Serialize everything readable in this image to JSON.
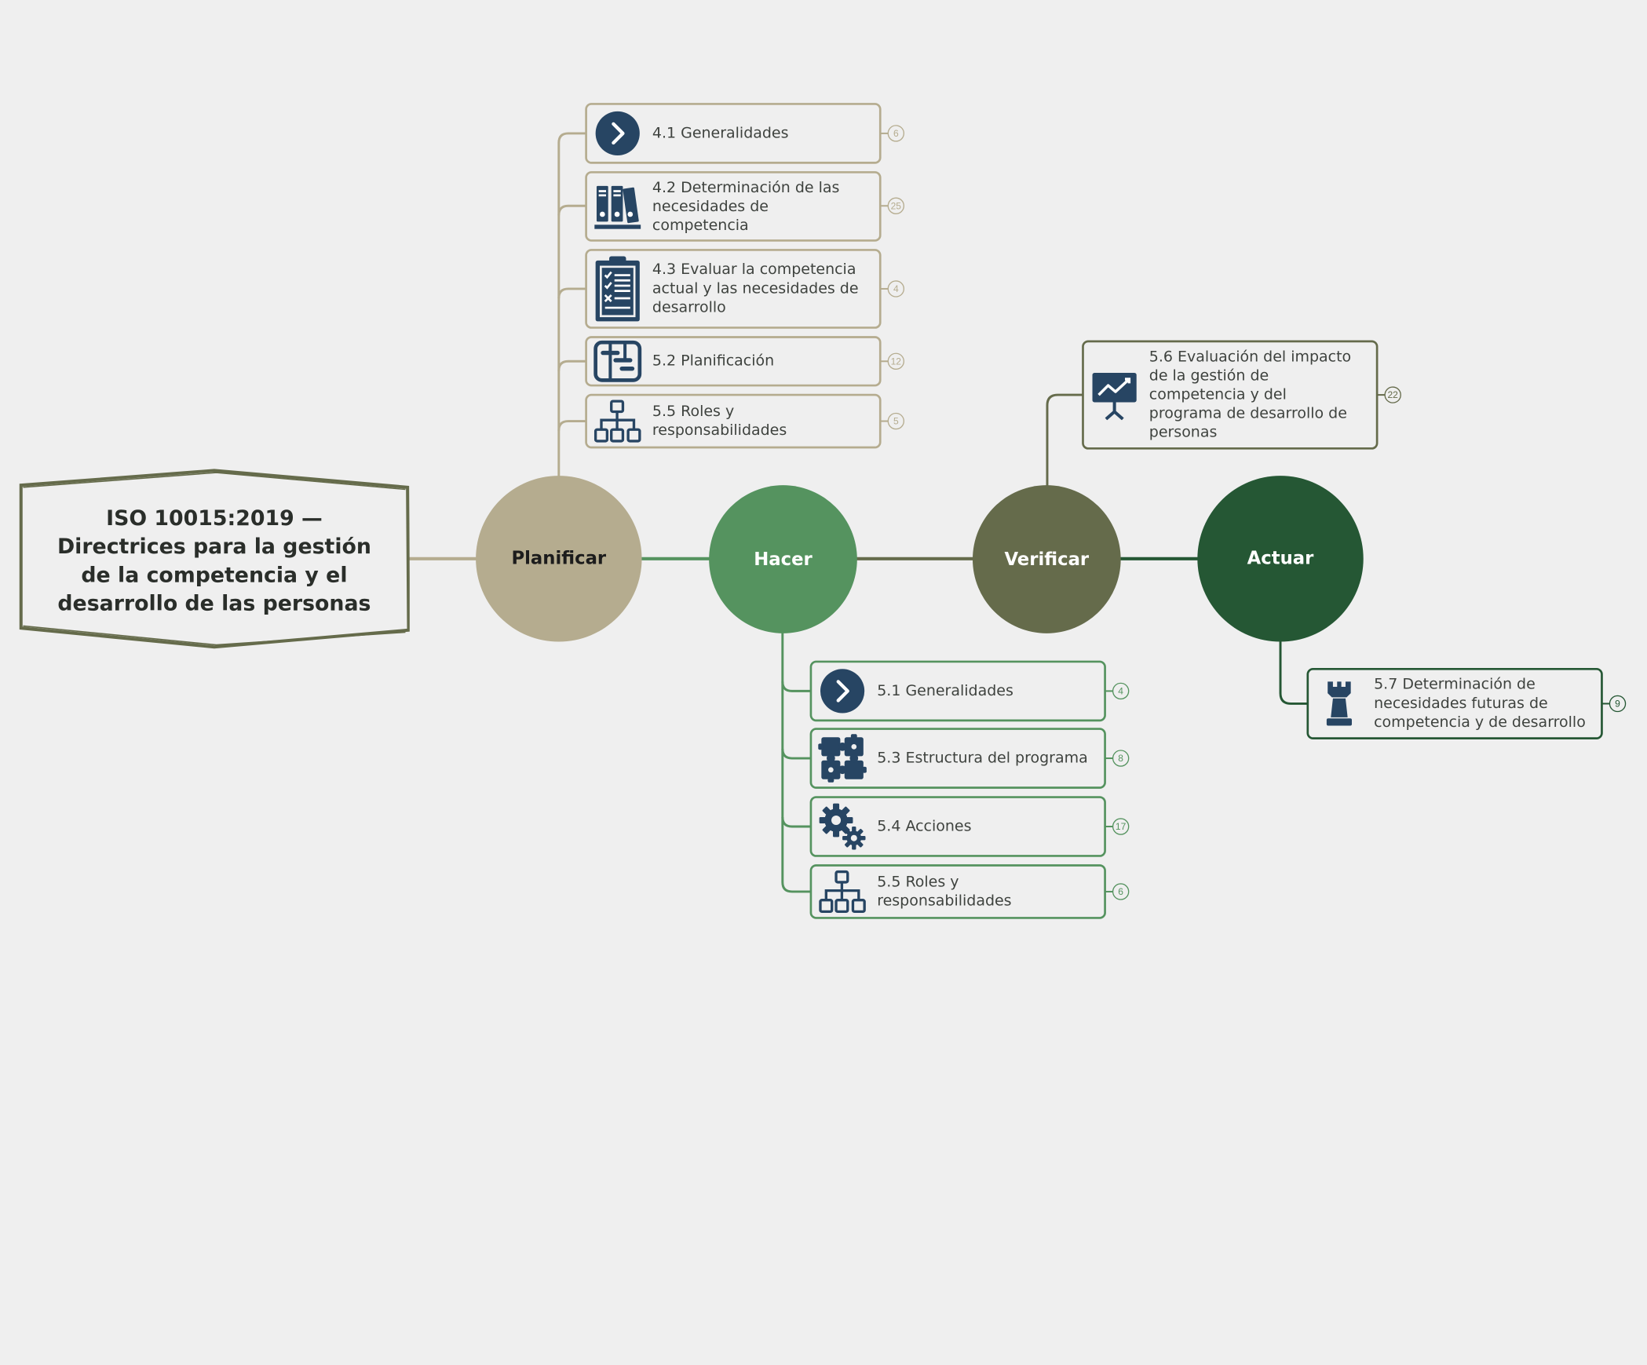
{
  "title": "ISO 10015:2019 — Directrices para la gestión de la competencia y el desarrollo de las personas",
  "colors": {
    "background": "#efefef",
    "planificar": "#b5ac8f",
    "hacer": "#55935f",
    "verificar": "#656b4b",
    "actuar": "#255734",
    "icon": "#274563",
    "title_border": "#656b4b"
  },
  "phases": [
    {
      "label": "Planificar",
      "items": [
        {
          "icon": "chevron-right-icon",
          "text": "4.1 Generalidades",
          "count": "6"
        },
        {
          "icon": "binders-icon",
          "text": "4.2 Determinación de las\nnecesidades de\ncompetencia",
          "count": "25"
        },
        {
          "icon": "checklist-icon",
          "text": "4.3 Evaluar la competencia\nactual y las necesidades de\ndesarrollo",
          "count": "4"
        },
        {
          "icon": "gantt-icon",
          "text": "5.2 Planificación",
          "count": "12"
        },
        {
          "icon": "org-chart-icon",
          "text": "5.5  Roles y\nresponsabilidades",
          "count": "5"
        }
      ]
    },
    {
      "label": "Hacer",
      "items": [
        {
          "icon": "chevron-right-icon",
          "text": "5.1 Generalidades",
          "count": "4"
        },
        {
          "icon": "puzzle-icon",
          "text": "5.3 Estructura del programa",
          "count": "8"
        },
        {
          "icon": "gears-icon",
          "text": "5.4 Acciones",
          "count": "17"
        },
        {
          "icon": "org-chart-icon",
          "text": "5.5  Roles y\nresponsabilidades",
          "count": "6"
        }
      ]
    },
    {
      "label": "Verificar",
      "items": [
        {
          "icon": "presentation-chart-icon",
          "text": "5.6 Evaluación del impacto\nde la gestión de\ncompetencia y del\nprograma de desarrollo de\npersonas",
          "count": "22"
        }
      ]
    },
    {
      "label": "Actuar",
      "items": [
        {
          "icon": "chess-rook-icon",
          "text": "5.7 Determinación de\nnecesidades futuras de\ncompetencia y de desarrollo",
          "count": "9"
        }
      ]
    }
  ]
}
